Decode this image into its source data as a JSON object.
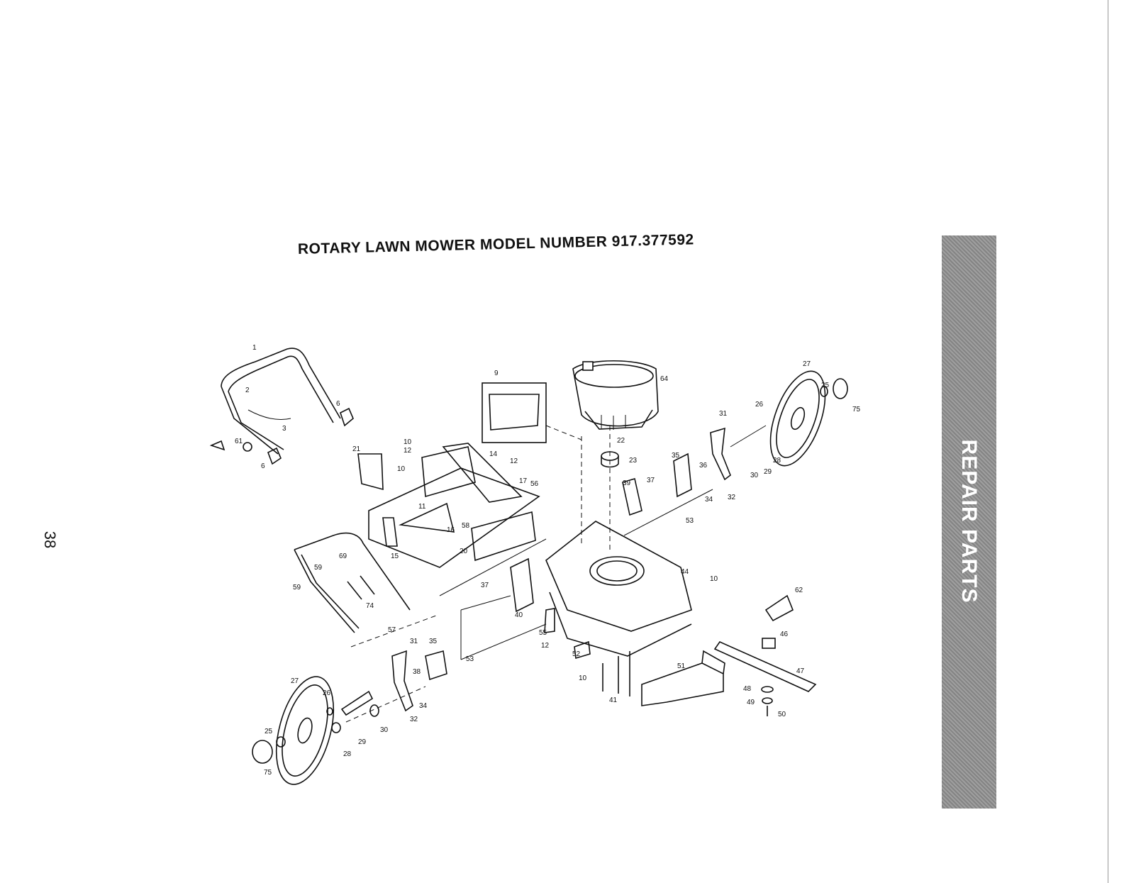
{
  "page_number": "38",
  "title": "ROTARY LAWN MOWER MODEL NUMBER 917.377592",
  "side_tab": {
    "label": "REPAIR PARTS",
    "color": "#8f8f8f"
  },
  "callouts": [
    "1",
    "2",
    "3",
    "6",
    "61",
    "6",
    "21",
    "10",
    "12",
    "10",
    "14",
    "12",
    "17",
    "56",
    "9",
    "64",
    "11",
    "16",
    "58",
    "20",
    "15",
    "59",
    "69",
    "59",
    "74",
    "57",
    "37",
    "40",
    "55",
    "12",
    "22",
    "23",
    "39",
    "37",
    "35",
    "36",
    "34",
    "32",
    "31",
    "26",
    "30",
    "29",
    "28",
    "27",
    "25",
    "75",
    "53",
    "44",
    "10",
    "62",
    "46",
    "47",
    "48",
    "49",
    "50",
    "51",
    "52",
    "10",
    "41",
    "31",
    "35",
    "38",
    "53",
    "34",
    "32",
    "27",
    "26",
    "30",
    "29",
    "28",
    "25",
    "75"
  ]
}
